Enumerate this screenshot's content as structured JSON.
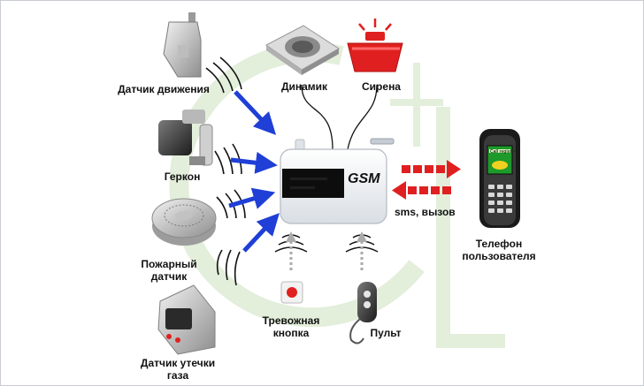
{
  "title": "",
  "hub": {
    "label": "GSM"
  },
  "devices": {
    "motion_sensor": {
      "label": "Датчик движения"
    },
    "reed_switch": {
      "label": "Геркон"
    },
    "fire_detector": {
      "label_line1": "Пожарный",
      "label_line2": "датчик"
    },
    "gas_detector": {
      "label_line1": "Датчик утечки",
      "label_line2": "газа"
    },
    "speaker": {
      "label": "Динамик"
    },
    "siren": {
      "label": "Сирена"
    },
    "panic_button": {
      "label_line1": "Тревожная",
      "label_line2": "кнопка"
    },
    "remote": {
      "label": "Пульт"
    },
    "phone": {
      "label_line1": "Телефон",
      "label_line2": "пользователя",
      "screen_text": "Call register"
    }
  },
  "link": {
    "label": "sms, вызов"
  },
  "colors": {
    "arrow_blue": "#1f3fd6",
    "signal_red": "#e02020",
    "watermark_green": "#e3eedb",
    "hub_grey": "#eef1f4",
    "lines_black": "#111111",
    "arrow_grey": "#aaaaaa"
  }
}
